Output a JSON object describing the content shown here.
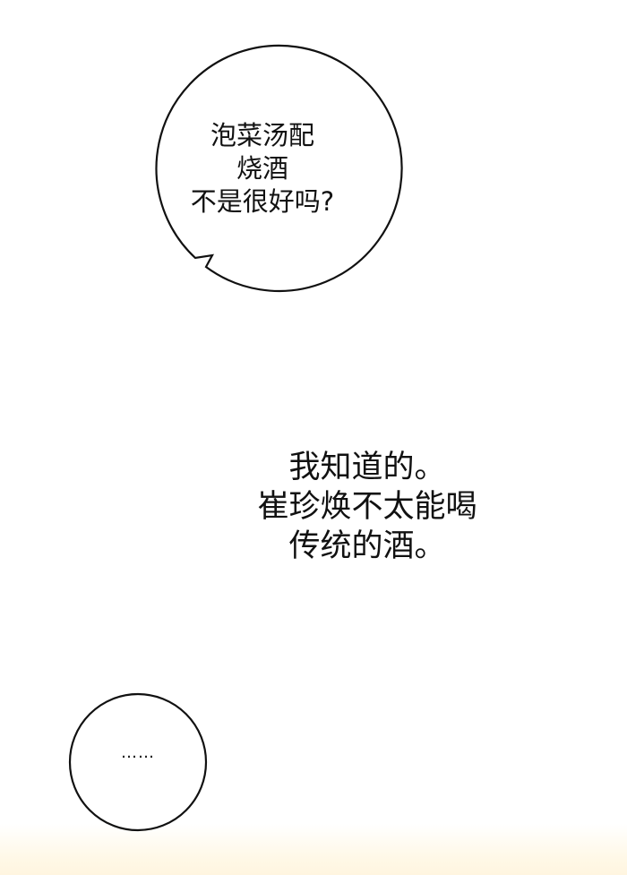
{
  "bubble_1": {
    "lines": [
      "泡菜汤配",
      "烧酒",
      "不是很好吗?"
    ]
  },
  "narration": {
    "lines": [
      "我知道的。",
      "崔珍焕不太能喝",
      "传统的酒。"
    ]
  },
  "bubble_2": {
    "text": "……"
  },
  "colors": {
    "outline": "#111111",
    "background": "#ffffff",
    "bottom_tint": "#fff6e2"
  }
}
